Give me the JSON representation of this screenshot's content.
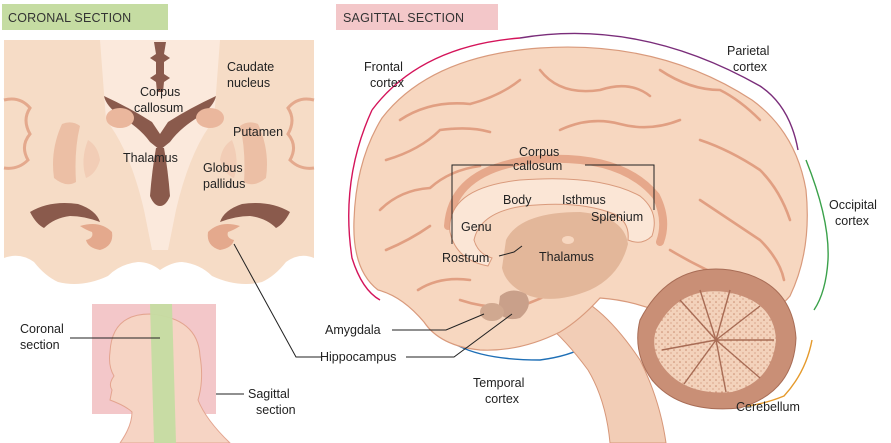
{
  "headers": {
    "coronal": "CORONAL SECTION",
    "sagittal": "SAGITTAL SECTION"
  },
  "colors": {
    "coronal_header_bg": "#c5dca2",
    "sagittal_header_bg": "#f3c7c9",
    "brain_tissue": "#f7d7c0",
    "brain_fold": "#e9a789",
    "deep_structure": "#8a5a4c",
    "frontal_line": "#d4145a",
    "parietal_line": "#7a2d7a",
    "occipital_line": "#3aa14a",
    "temporal_line": "#1e6fb6",
    "cerebellum_line": "#e59a2c"
  },
  "labels": {
    "coronal": {
      "caudate_l1": "Caudate",
      "caudate_l2": "nucleus",
      "corpus_l1": "Corpus",
      "corpus_l2": "callosum",
      "putamen": "Putamen",
      "thalamus": "Thalamus",
      "globus_l1": "Globus",
      "globus_l2": "pallidus",
      "coronal_l1": "Coronal",
      "coronal_l2": "section",
      "sagittal_l1": "Sagittal",
      "sagittal_l2": "section",
      "amygdala": "Amygdala",
      "hippocampus": "Hippocampus"
    },
    "sagittal": {
      "frontal_l1": "Frontal",
      "frontal_l2": "cortex",
      "parietal_l1": "Parietal",
      "parietal_l2": "cortex",
      "occipital_l1": "Occipital",
      "occipital_l2": "cortex",
      "temporal_l1": "Temporal",
      "temporal_l2": "cortex",
      "cerebellum": "Cerebellum",
      "corpus_l1": "Corpus",
      "corpus_l2": "callosum",
      "body": "Body",
      "isthmus": "Isthmus",
      "genu": "Genu",
      "splenium": "Splenium",
      "rostrum": "Rostrum",
      "thalamus": "Thalamus"
    }
  }
}
